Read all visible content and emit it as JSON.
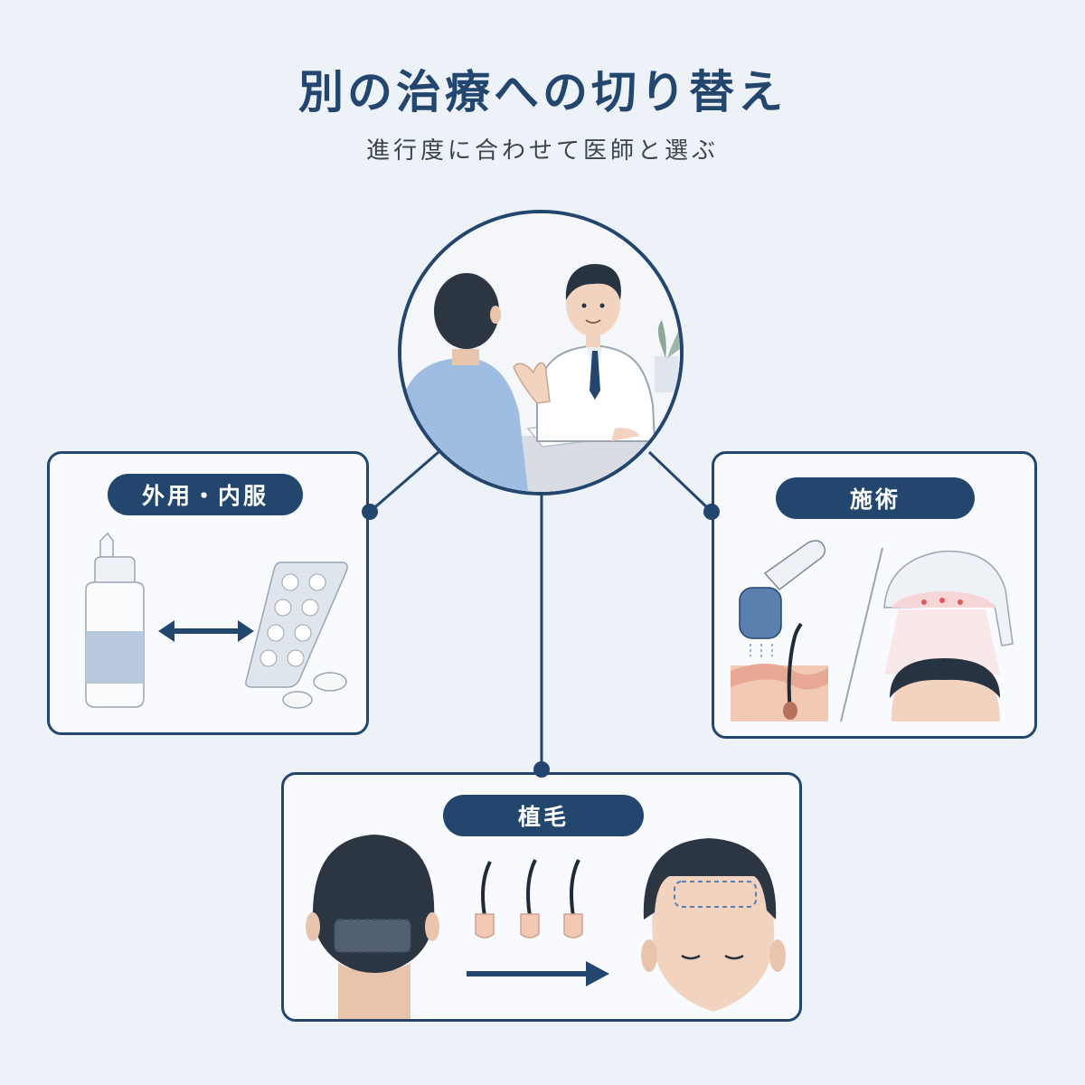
{
  "header": {
    "title": "別の治療への切り替え",
    "subtitle": "進行度に合わせて医師と選ぶ"
  },
  "center": {
    "illustration": "doctor-consultation"
  },
  "options": {
    "topical": {
      "label": "外用・内服",
      "items": [
        "dropper-bottle-icon",
        "double-arrow-icon",
        "pill-blister-icon"
      ]
    },
    "procedure": {
      "label": "施術",
      "items": [
        "derma-roller-icon",
        "skin-section-icon",
        "led-light-cap-icon"
      ]
    },
    "transplant": {
      "label": "植毛",
      "items": [
        "donor-back-head-icon",
        "hair-follicle-icon",
        "right-arrow-icon",
        "recipient-front-head-icon"
      ]
    }
  },
  "colors": {
    "navy": "#23466f",
    "background": "#edf2f9",
    "card": "#f8fafd"
  }
}
